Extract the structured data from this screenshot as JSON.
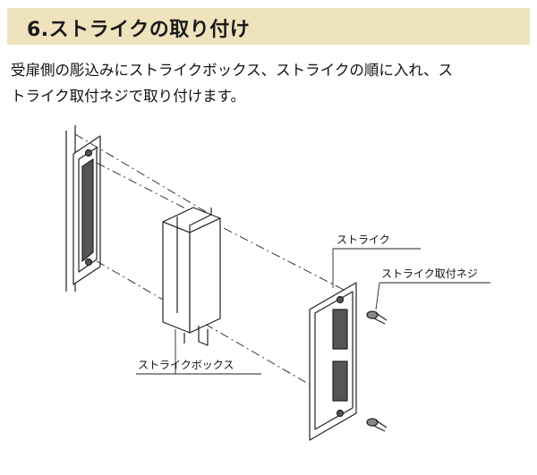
{
  "header": {
    "title": "6.ストライクの取り付け"
  },
  "instructions": {
    "line1": "受扉側の彫込みにストライクボックス、ストライクの順に入れ、ス",
    "line2": "トライク取付ネジで取り付けます。"
  },
  "diagram": {
    "label_strike": "ストライク",
    "label_strike_screw": "ストライク取付ネジ",
    "label_strike_box": "ストライクボックス"
  },
  "colors": {
    "header_bg": "#efe3bd",
    "line": "#222222",
    "background": "#ffffff"
  }
}
